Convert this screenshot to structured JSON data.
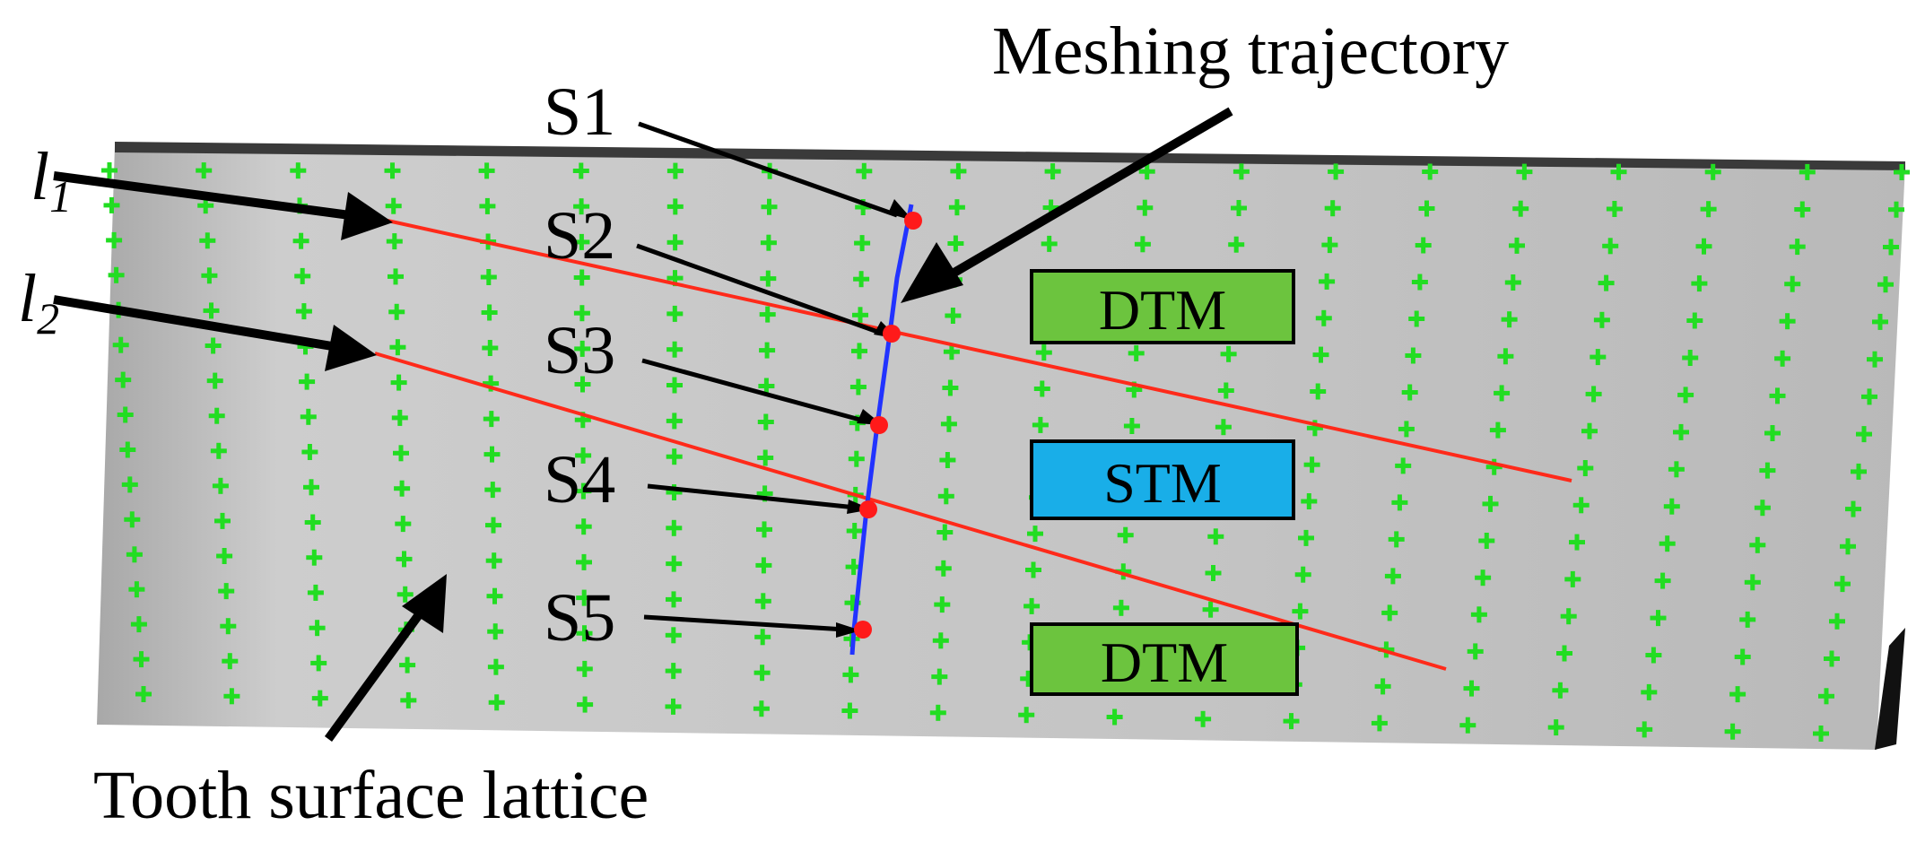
{
  "title_label": "Meshing trajectory",
  "lattice_label": "Tooth surface lattice",
  "lines": [
    {
      "symbol": "l",
      "subscript": "1"
    },
    {
      "symbol": "l",
      "subscript": "2"
    }
  ],
  "points": [
    "S1",
    "S2",
    "S3",
    "S4",
    "S5"
  ],
  "regions": [
    {
      "label": "DTM",
      "color": "#6cc43e"
    },
    {
      "label": "STM",
      "color": "#19aee8"
    },
    {
      "label": "DTM",
      "color": "#6cc43e"
    }
  ],
  "colors": {
    "surface": "#c2c2c2",
    "lattice": "#22dd22",
    "contact_line": "#ff2a1a",
    "trajectory": "#2233ff",
    "point": "#ff1a1a"
  }
}
